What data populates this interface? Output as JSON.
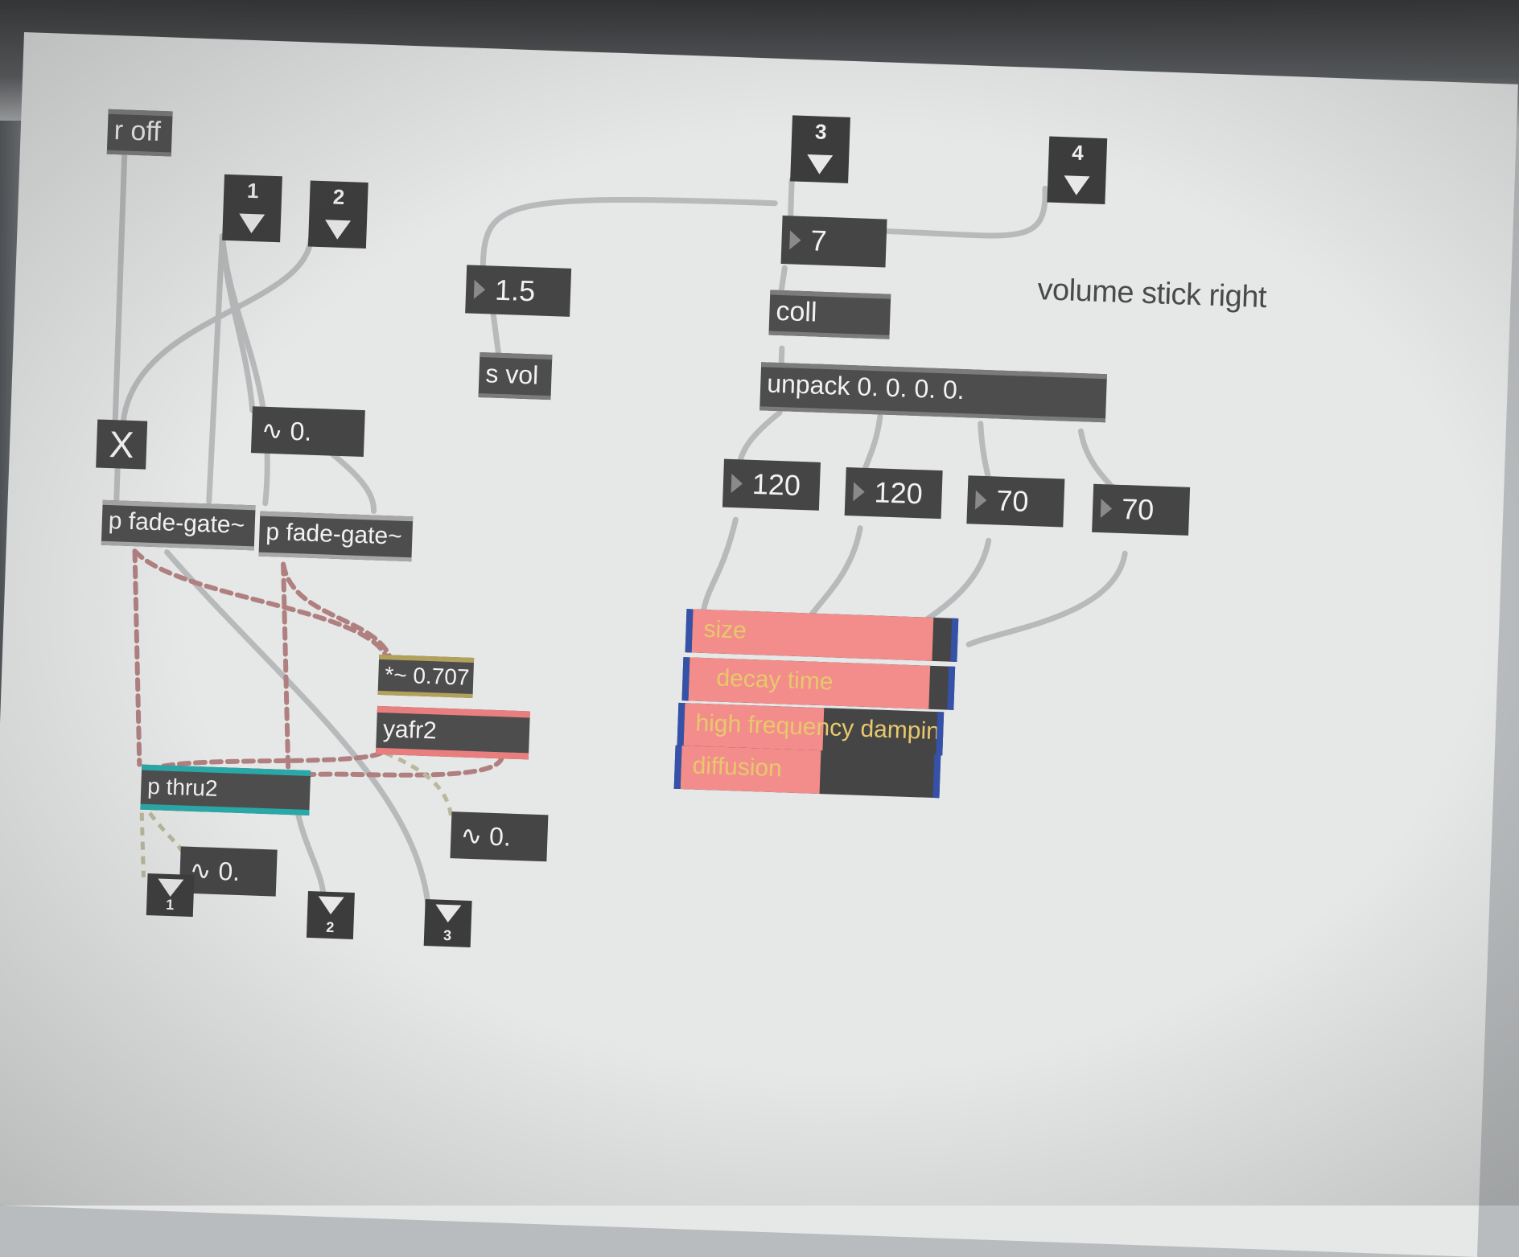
{
  "patch": {
    "r_off": "r off",
    "inlet_1": "1",
    "inlet_2": "2",
    "inlet_3": "3",
    "inlet_4": "4",
    "toggle_mark": "X",
    "fade_gate_left": "p fade-gate~",
    "fade_gate_right": "p fade-gate~",
    "sig_top": "0.",
    "num_1_5": "1.5",
    "send_vol": "s vol",
    "num_7": "7",
    "coll": "coll",
    "unpack": "unpack 0. 0. 0. 0.",
    "num_size": "120",
    "num_decay": "120",
    "num_damping": "70",
    "num_diffusion": "70",
    "comment": "volume stick right",
    "gain": "*~ 0.707",
    "yafr2": "yafr2",
    "thru2": "p thru2",
    "sig_mid": "0.",
    "sig_bottom": "0.",
    "outlet_1": "1",
    "outlet_2": "2",
    "outlet_3": "3",
    "wave_glyph": "∿"
  },
  "sliders": [
    {
      "label": "size",
      "fill": 0.93
    },
    {
      "label": "decay time",
      "fill": 0.93
    },
    {
      "label": "high frequency damping",
      "fill": 0.55
    },
    {
      "label": "diffusion",
      "fill": 0.55
    }
  ],
  "colors": {
    "signal_cord": "#b08080",
    "control_cord": "#b7b9ba",
    "slider_fill": "#f28d8b",
    "slider_edge": "#3552a8",
    "thru_accent": "#2aa8a8"
  }
}
